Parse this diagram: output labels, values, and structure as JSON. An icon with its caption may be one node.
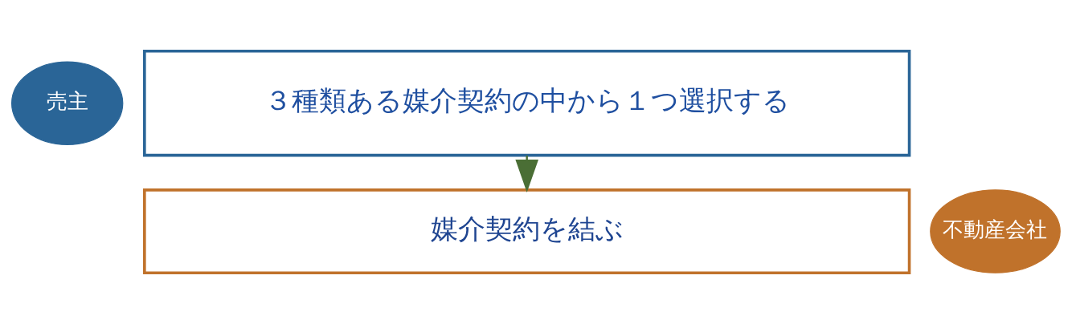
{
  "diagram": {
    "nodes": [
      {
        "text": [
          "売主"
        ]
      },
      {
        "text": [
          "３種類ある媒介契約の中から１つ選択する"
        ]
      },
      {
        "text": [
          "不動産会社"
        ]
      },
      {
        "text": [
          "媒介契約を結ぶ"
        ]
      }
    ],
    "edges": [
      {
        "from": 1,
        "to": 3,
        "arrow": "to",
        "color": "#4a6e35"
      }
    ]
  }
}
